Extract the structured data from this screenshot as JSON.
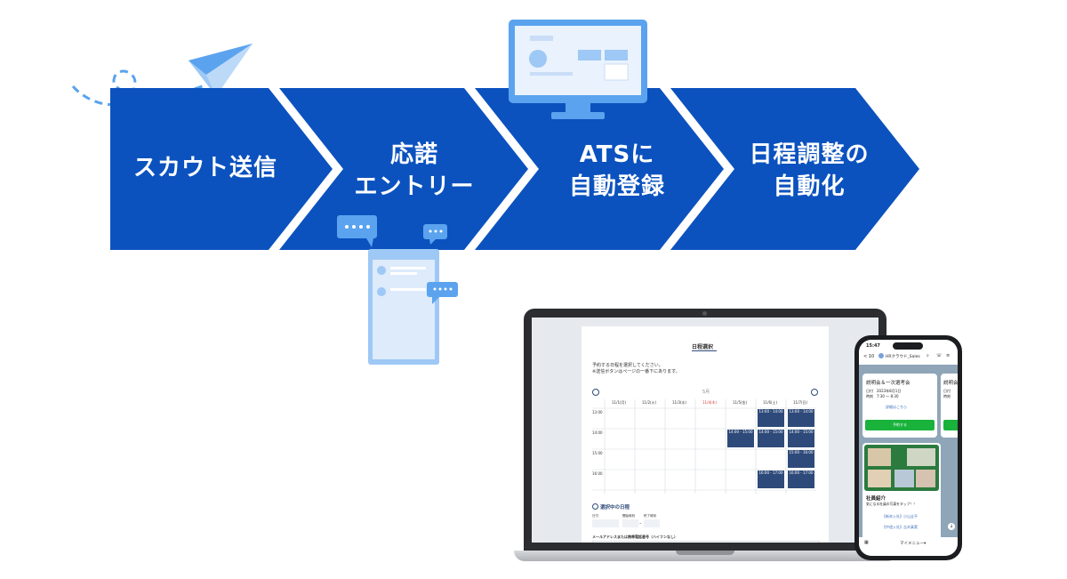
{
  "flow": {
    "steps": [
      {
        "line1": "スカウト送信",
        "line2": ""
      },
      {
        "line1": "応諾",
        "line2": "エントリー"
      },
      {
        "line1": "ATSに",
        "line2": "自動登録"
      },
      {
        "line1": "日程調整の",
        "line2": "自動化"
      }
    ],
    "colors": {
      "arrow": "#0b52bf",
      "separator": "#ffffff",
      "illustration": "#5ba3ee"
    }
  },
  "laptop": {
    "title": "日程選択",
    "instruction_line1": "予約する日程を選択してください。",
    "instruction_line2": "※送信ボタンはページの一番下にあります。",
    "month": "5月",
    "day_headers": [
      "11/1(月)",
      "11/2(火)",
      "11/3(水)",
      "11/4(木)",
      "11/5(金)",
      "11/6(土)",
      "11/7(日)"
    ],
    "time_labels": [
      "13:00",
      "14:00",
      "15:00",
      "16:00"
    ],
    "slots": [
      "13:00 - 14:00",
      "13:00 - 14:00",
      "14:00 - 15:00",
      "14:00 - 15:00",
      "14:00 - 15:00",
      "15:00 - 16:00",
      "16:00 - 17:00",
      "16:00 - 17:00"
    ],
    "selected_heading": "選択中の日程",
    "field_labels": [
      "日付",
      "開始時刻",
      "終了時刻"
    ],
    "field_separator": "–",
    "email_label": "メールアドレスまたは携帯電話番号（ハイフンなし）"
  },
  "phone": {
    "time": "15:47",
    "back_count": "< 10",
    "chat_name": "HRクラウド_Sales",
    "card1_title": "説明会＆一次選考会",
    "card1_date": "日付　2023年8月1日",
    "card1_time": "時刻　7:30 ～ 8:30",
    "card1_link": "詳細はこちら",
    "card1_button": "予約する",
    "card2_title": "説明会",
    "card2_line1": "日付",
    "card2_line2": "時刻",
    "card3_title": "社員紹介",
    "card3_body": "気になる社員の写真をタップ！！",
    "card3_line1": "【新卒入社】小山圭平",
    "card3_line2": "【中途入社】吉木真実",
    "menu_label": "マイメニュー▾"
  }
}
